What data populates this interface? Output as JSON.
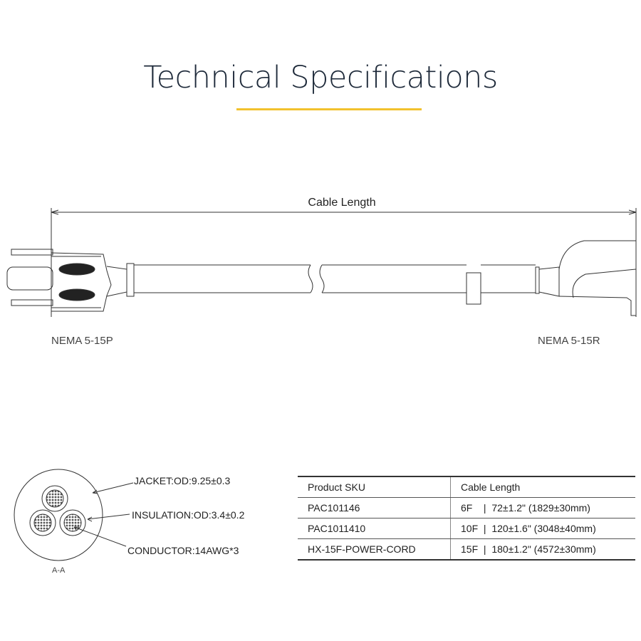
{
  "title": "Technical Specifications",
  "colors": {
    "accent": "#f2c12e",
    "title": "#1e2a3a"
  },
  "diagram": {
    "dimension_label": "Cable Length",
    "left_connector": "NEMA 5-15P",
    "right_connector": "NEMA 5-15R"
  },
  "cross_section": {
    "jacket": "JACKET:OD:9.25±0.3",
    "insulation": "INSULATION:OD:3.4±0.2",
    "conductor": "CONDUCTOR:14AWG*3",
    "section_label": "A-A"
  },
  "table": {
    "headers": [
      "Product SKU",
      "Cable Length"
    ],
    "rows": [
      [
        "PAC101146",
        "6F    |  72±1.2\" (1829±30mm)"
      ],
      [
        "PAC1011410",
        "10F  |  120±1.6\" (3048±40mm)"
      ],
      [
        "HX-15F-POWER-CORD",
        "15F  |  180±1.2\" (4572±30mm)"
      ]
    ]
  }
}
